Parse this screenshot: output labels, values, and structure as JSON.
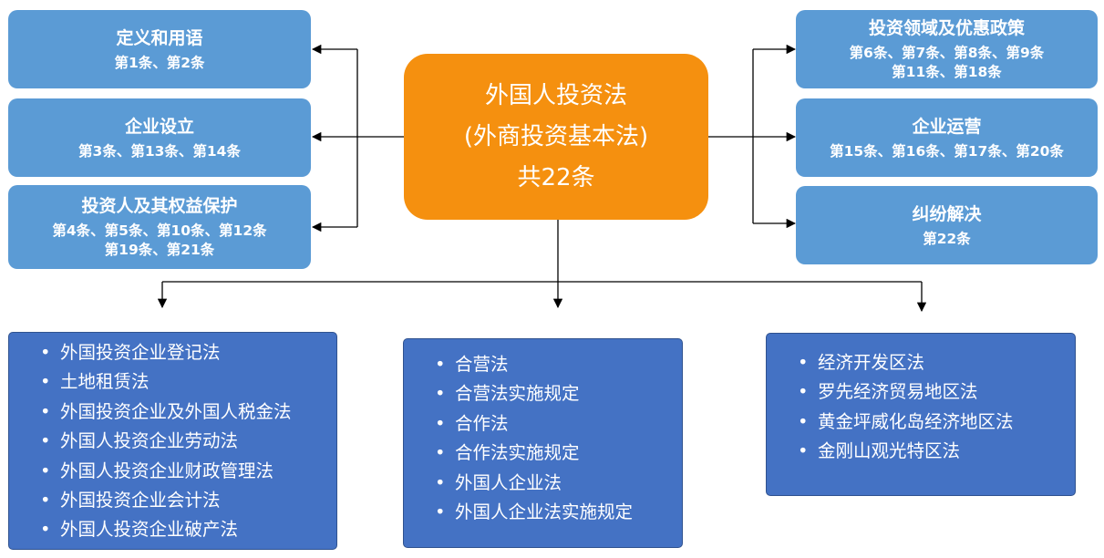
{
  "center": {
    "lines": [
      "外国人投资法",
      "(外商投资基本法)",
      "共22条"
    ]
  },
  "articles_left": [
    {
      "title": "定义和用语",
      "lines": [
        "第1条、第2条"
      ]
    },
    {
      "title": "企业设立",
      "lines": [
        "第3条、第13条、第14条"
      ]
    },
    {
      "title": "投资人及其权益保护",
      "lines": [
        "第4条、第5条、第10条、第12条",
        "第19条、第21条"
      ]
    }
  ],
  "articles_right": [
    {
      "title": "投资领域及优惠政策",
      "lines": [
        "第6条、第7条、第8条、第9条",
        "第11条、第18条"
      ]
    },
    {
      "title": "企业运营",
      "lines": [
        "第15条、第16条、第17条、第20条"
      ]
    },
    {
      "title": "纠纷解决",
      "lines": [
        "第22条"
      ]
    }
  ],
  "law_groups": [
    {
      "items": [
        "外国投资企业登记法",
        "土地租赁法",
        "外国投资企业及外国人税金法",
        "外国人投资企业劳动法",
        "外国人投资企业财政管理法",
        "外国投资企业会计法",
        "外国人投资企业破产法"
      ]
    },
    {
      "items": [
        "合营法",
        "合营法实施规定",
        "合作法",
        "合作法实施规定",
        "外国人企业法",
        "外国人企业法实施规定"
      ]
    },
    {
      "items": [
        "经济开发区法",
        "罗先经济贸易地区法",
        "黄金坪威化岛经济地区法",
        "金刚山观光特区法"
      ]
    }
  ],
  "bullet_symbol": "•",
  "colors": {
    "center": "#f5900f",
    "article_box": "#5b9bd5",
    "law_box": "#4472c4",
    "connector": "#000000"
  }
}
